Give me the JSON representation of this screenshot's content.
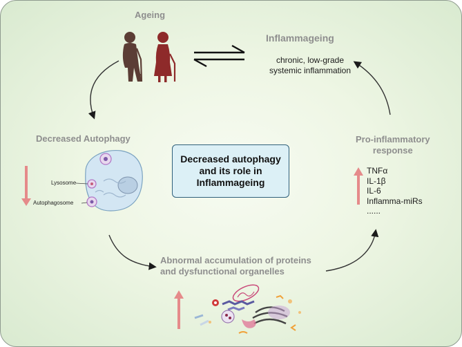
{
  "ageing_label": "Ageing",
  "inflammageing": {
    "title": "Inflammageing",
    "description": "chronic, low-grade\nsystemic inflammation"
  },
  "decreased_autophagy_label": "Decreased Autophagy",
  "central_box": "Decreased autophagy\nand its role in\nInflammageing",
  "pro_inflammatory": {
    "title": "Pro-inflammatory\nresponse",
    "items": [
      "TNFα",
      "IL-1β",
      "IL-6",
      "Inflamma-miRs",
      "......"
    ]
  },
  "cell_labels": {
    "lysosome": "Lysosome",
    "autophagosome": "Autophagosome"
  },
  "accumulation_label": "Abnormal accumulation of proteins\nand dysfunctional organelles",
  "colors": {
    "grey_text": "#8e8e8e",
    "box_fill": "#dcf0f6",
    "box_border": "#2f5f7a",
    "pink_arrow": "#e58a8a",
    "elder_man": "#5b3d35",
    "elder_woman": "#8e2a2a"
  },
  "icons": [
    "elderly-man-icon",
    "elderly-woman-icon",
    "equilibrium-arrows-icon",
    "cell-icon",
    "debris-icon"
  ]
}
